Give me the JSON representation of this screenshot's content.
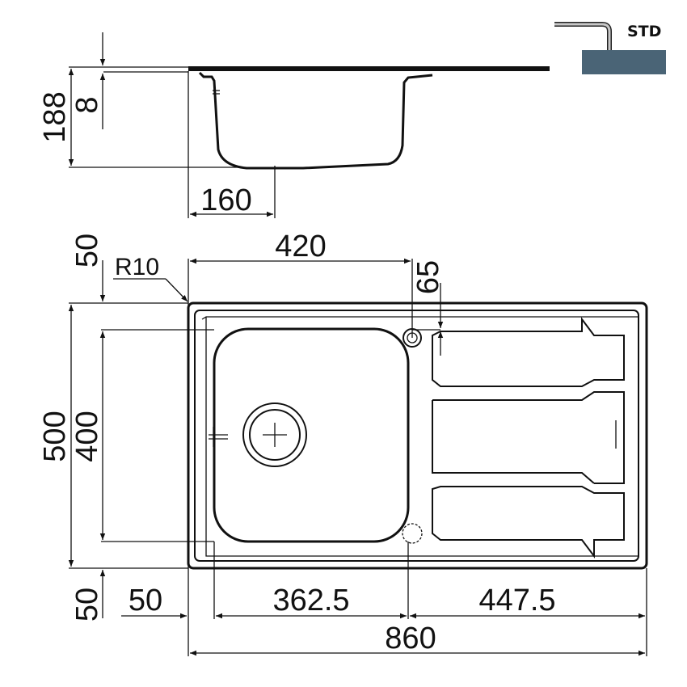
{
  "legend": {
    "label": "STD",
    "countertop_color": "#4a6476",
    "pipe_color": "#c8c8c8"
  },
  "side_view": {
    "total_height": "188",
    "rim_thickness": "8",
    "drain_offset": "160"
  },
  "top_view": {
    "corner_radius": "R10",
    "bowl_width": "420",
    "overflow_offset": "65",
    "top_margin": "50",
    "overall_depth": "500",
    "bowl_depth": "400",
    "bottom_margin": "50",
    "left_margin": "50",
    "bowl_center_span": "362.5",
    "drainer_span": "447.5",
    "overall_width": "860"
  }
}
